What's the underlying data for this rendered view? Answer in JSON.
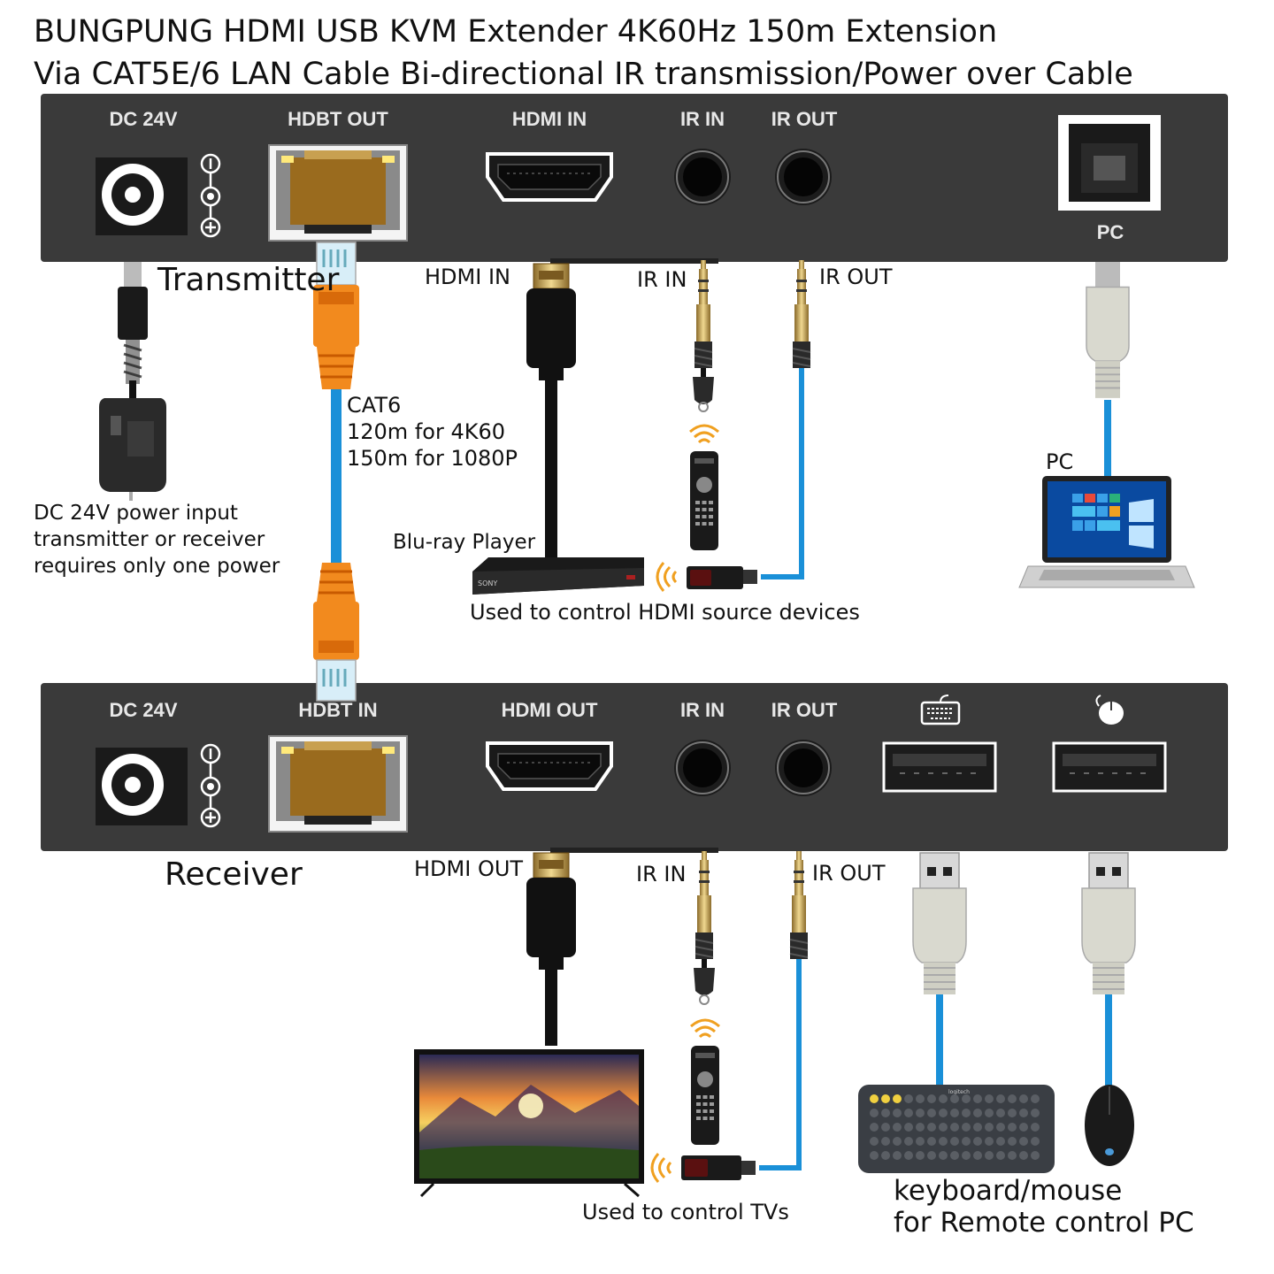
{
  "title": {
    "line1": "BUNGPUNG HDMI USB KVM Extender 4K60Hz 150m Extension",
    "line2": "Via CAT5E/6 LAN Cable Bi-directional IR transmission/Power over Cable"
  },
  "transmitter": {
    "name": "Transmitter",
    "ports": {
      "dc": "DC 24V",
      "hdbt": "HDBT OUT",
      "hdmi": "HDMI IN",
      "ir_in": "IR IN",
      "ir_out": "IR OUT",
      "pc": "PC"
    },
    "cables": {
      "hdmi": "HDMI IN",
      "ir_in": "IR IN",
      "ir_out": "IR OUT",
      "pc": "PC"
    }
  },
  "receiver": {
    "name": "Receiver",
    "ports": {
      "dc": "DC 24V",
      "hdbt": "HDBT IN",
      "hdmi": "HDMI OUT",
      "ir_in": "IR IN",
      "ir_out": "IR OUT"
    },
    "cables": {
      "hdmi": "HDMI OUT",
      "ir_in": "IR IN",
      "ir_out": "IR OUT"
    }
  },
  "cat6": {
    "line1": "CAT6",
    "line2": "120m for 4K60",
    "line3": "150m for 1080P"
  },
  "power_note": {
    "line1": "DC 24V power input",
    "line2": "transmitter or receiver",
    "line3": "requires only one power"
  },
  "devices": {
    "bluray": "Blu-ray Player",
    "bluray_brand": "SONY",
    "tx_ir_note": "Used to control HDMI source devices",
    "rx_ir_note": "Used to control TVs",
    "keyboard_line1": "keyboard/mouse",
    "keyboard_line2": "for Remote control PC",
    "keyboard_brand": "logitech"
  },
  "colors": {
    "panel": "#3a3a3a",
    "cable_blue": "#1a90d8",
    "cat_orange": "#f28a1e",
    "port_label": "#e8e8e8"
  }
}
